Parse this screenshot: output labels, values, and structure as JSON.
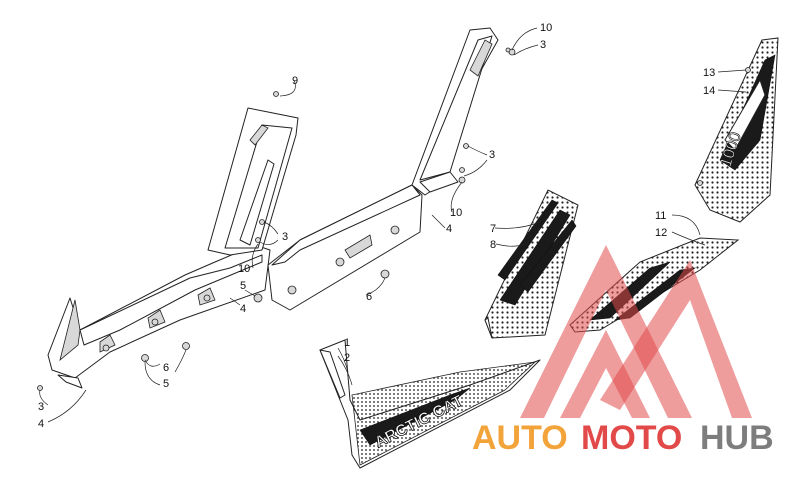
{
  "callouts": [
    {
      "id": "c10a",
      "text": "10"
    },
    {
      "id": "c3a",
      "text": "3"
    },
    {
      "id": "c9",
      "text": "9"
    },
    {
      "id": "c13",
      "text": "13"
    },
    {
      "id": "c14",
      "text": "14"
    },
    {
      "id": "c3b",
      "text": "3"
    },
    {
      "id": "c10b",
      "text": "10"
    },
    {
      "id": "c4a",
      "text": "4"
    },
    {
      "id": "c7",
      "text": "7"
    },
    {
      "id": "c8",
      "text": "8"
    },
    {
      "id": "c11",
      "text": "11"
    },
    {
      "id": "c12",
      "text": "12"
    },
    {
      "id": "c3c",
      "text": "3"
    },
    {
      "id": "c10c",
      "text": "10"
    },
    {
      "id": "c5a",
      "text": "5"
    },
    {
      "id": "c4b",
      "text": "4"
    },
    {
      "id": "c6a",
      "text": "6"
    },
    {
      "id": "c1",
      "text": "1"
    },
    {
      "id": "c2",
      "text": "2"
    },
    {
      "id": "c6b",
      "text": "6"
    },
    {
      "id": "c5b",
      "text": "5"
    },
    {
      "id": "c3d",
      "text": "3"
    },
    {
      "id": "c4c",
      "text": "4"
    }
  ],
  "decals": {
    "brand_text": "ARCTIC CAT",
    "model_text": "1000"
  },
  "watermark": {
    "part1": "AUTO",
    "part2": "MOTO",
    "part3": "HUB",
    "color_red": "#e24a4a",
    "color_orange": "#f2a33a",
    "color_gray": "#7d7d7d"
  }
}
